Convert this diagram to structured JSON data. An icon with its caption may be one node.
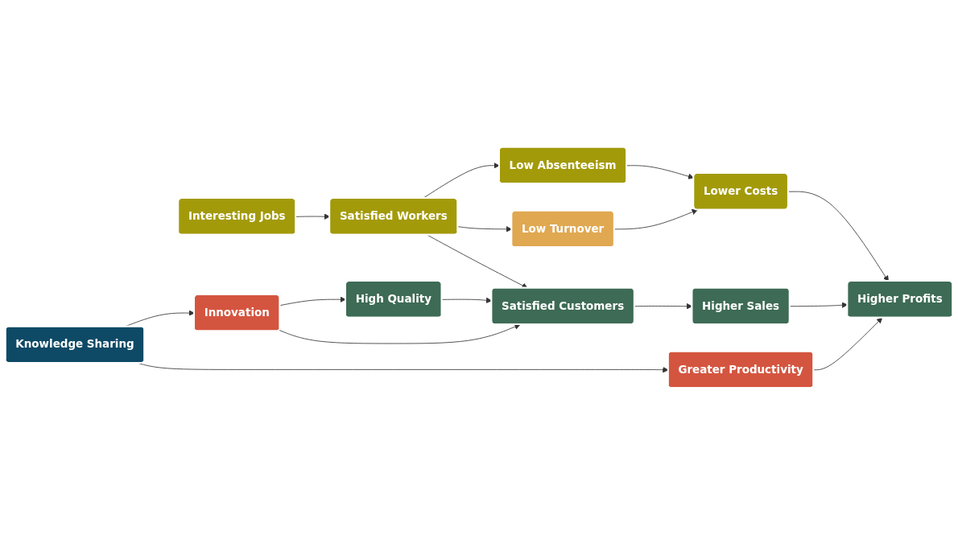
{
  "diagram": {
    "nodes": [
      {
        "text": [
          "Interesting Jobs"
        ]
      },
      {
        "text": [
          "Satisfied Workers"
        ]
      },
      {
        "text": [
          "Low Absenteeism"
        ]
      },
      {
        "text": [
          "Lower Costs"
        ]
      },
      {
        "text": [
          "Low Turnover"
        ]
      },
      {
        "text": [
          "High Quality"
        ]
      },
      {
        "text": [
          "Satisfied Customers"
        ]
      },
      {
        "text": [
          "Higher Sales"
        ]
      },
      {
        "text": [
          "Higher Profits"
        ]
      },
      {
        "text": [
          "Innovation"
        ]
      },
      {
        "text": [
          "Greater Productivity"
        ]
      },
      {
        "text": [
          "Knowledge Sharing"
        ]
      }
    ],
    "edges": [
      {
        "from": 0,
        "to": 1,
        "arrow": "to"
      },
      {
        "from": 1,
        "to": 2,
        "arrow": "to"
      },
      {
        "from": 2,
        "to": 3,
        "arrow": "to"
      },
      {
        "from": 1,
        "to": 4,
        "arrow": "to"
      },
      {
        "from": 4,
        "to": 3,
        "arrow": "to"
      },
      {
        "from": 1,
        "to": 6,
        "arrow": "to"
      },
      {
        "from": 3,
        "to": 8,
        "arrow": "to"
      },
      {
        "from": 5,
        "to": 6,
        "arrow": "to"
      },
      {
        "from": 6,
        "to": 7,
        "arrow": "to"
      },
      {
        "from": 7,
        "to": 8,
        "arrow": "to"
      },
      {
        "from": 9,
        "to": 5,
        "arrow": "to"
      },
      {
        "from": 9,
        "to": 6,
        "arrow": "to"
      },
      {
        "from": 10,
        "to": 8,
        "arrow": "to"
      },
      {
        "from": 11,
        "to": 9,
        "arrow": "to"
      },
      {
        "from": 11,
        "to": 10,
        "arrow": "to"
      }
    ]
  }
}
